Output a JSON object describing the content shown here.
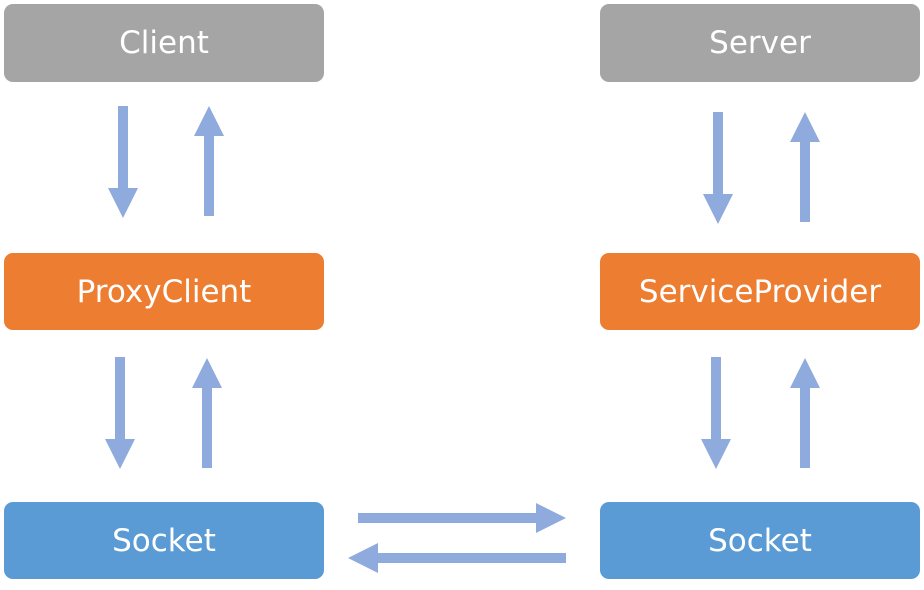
{
  "colors": {
    "app_box": "#A5A5A5",
    "proxy_box": "#ED7D31",
    "socket_box": "#5B9BD5",
    "arrow": "#8FAADC"
  },
  "client_side": {
    "app": "Client",
    "proxy": "ProxyClient",
    "socket": "Socket"
  },
  "server_side": {
    "app": "Server",
    "proxy": "ServiceProvider",
    "socket": "Socket"
  }
}
